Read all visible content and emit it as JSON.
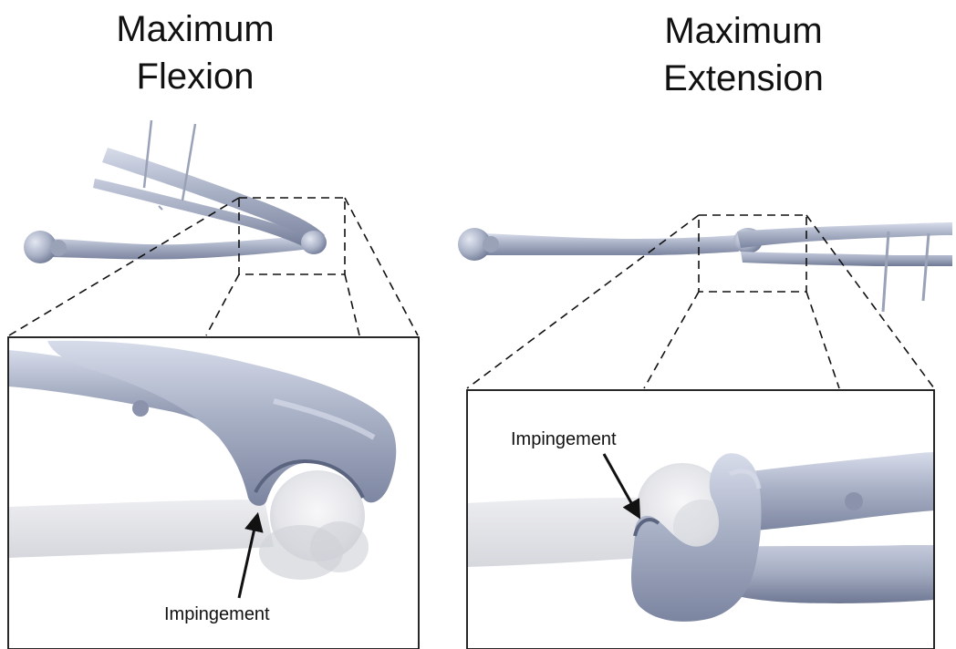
{
  "panels": {
    "left": {
      "title_line1": "Maximum",
      "title_line2": "Flexion",
      "annotation": "Impingement"
    },
    "right": {
      "title_line1": "Maximum",
      "title_line2": "Extension",
      "annotation": "Impingement"
    }
  },
  "colors": {
    "bone": "#a9b1c6",
    "bone_shadow": "#7c85a0",
    "bone_highlight": "#e3e7f1",
    "transparent_bone": "#d9dbe0",
    "dash": "#111111"
  }
}
